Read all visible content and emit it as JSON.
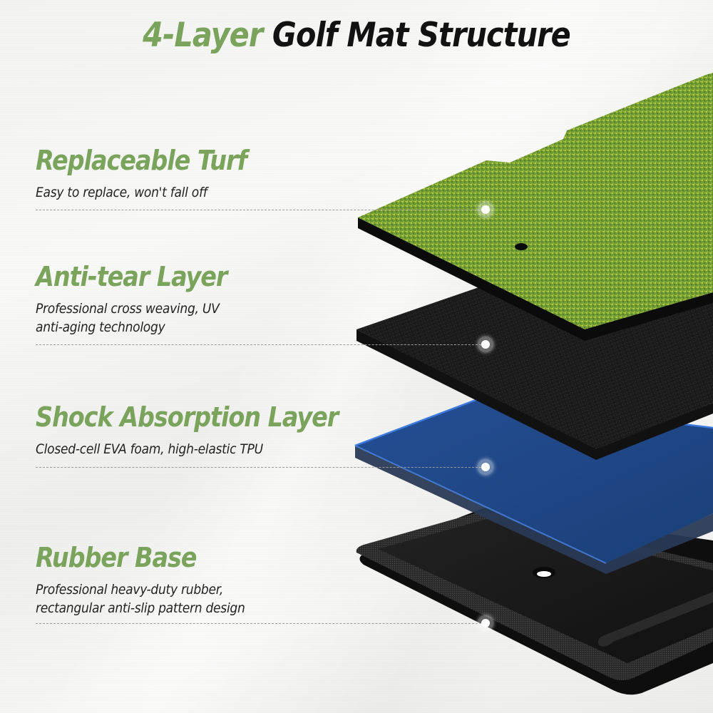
{
  "title": {
    "accent": "4-Layer",
    "rest": "Golf Mat Structure"
  },
  "colors": {
    "accent_green": "#7aa35c",
    "heading_dark": "#121212",
    "text_dark": "#222222",
    "turf_green": "#7fa83a",
    "anti_tear_black": "#1c1c1c",
    "foam_blue": "#1f4a8c",
    "rubber_black": "#141414"
  },
  "layers": [
    {
      "heading": "Replaceable Turf",
      "description_lines": [
        "Easy to replace, won't fall off"
      ],
      "icon": "turf-layer-icon"
    },
    {
      "heading": "Anti-tear Layer",
      "description_lines": [
        "Professional cross weaving, UV",
        "anti-aging technology"
      ],
      "icon": "anti-tear-layer-icon"
    },
    {
      "heading": "Shock Absorption Layer",
      "description_lines": [
        "Closed-cell EVA foam, high-elastic TPU"
      ],
      "icon": "foam-layer-icon"
    },
    {
      "heading": "Rubber Base",
      "description_lines": [
        "Professional heavy-duty rubber,",
        "rectangular anti-slip pattern design"
      ],
      "icon": "rubber-base-icon"
    }
  ]
}
